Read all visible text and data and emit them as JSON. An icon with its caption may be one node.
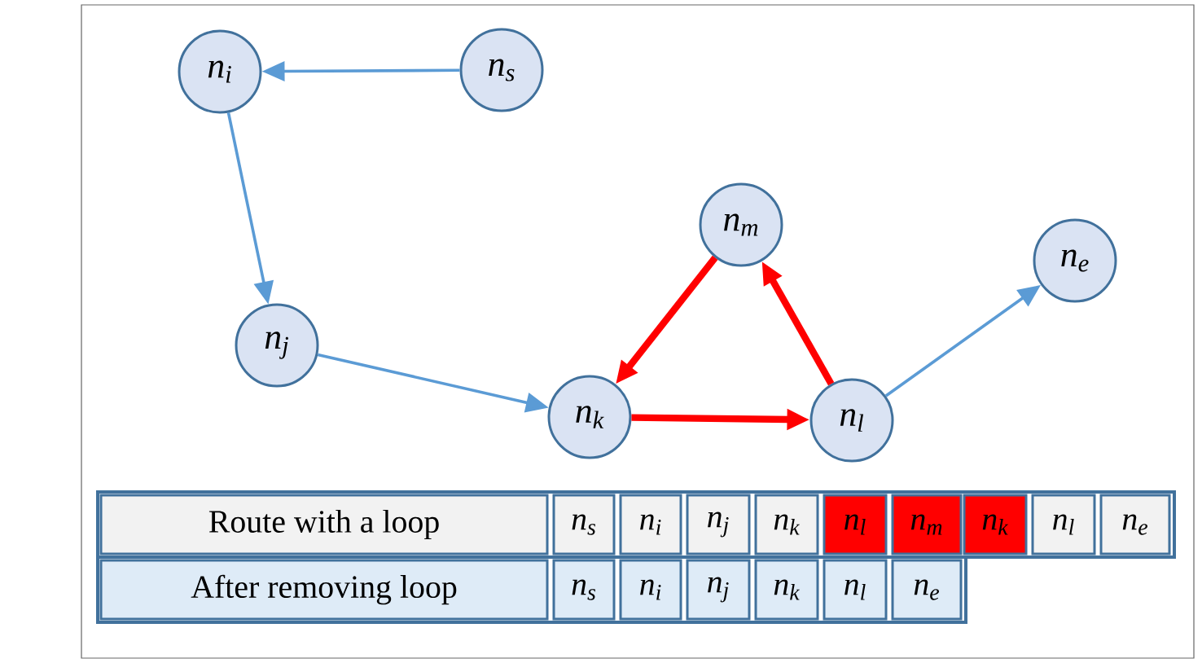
{
  "diagram": {
    "nodes": [
      {
        "text": [
          "n$_{i}$"
        ]
      },
      {
        "text": [
          "n$_{s}$"
        ]
      },
      {
        "text": [
          "n$_{m}$"
        ]
      },
      {
        "text": [
          "n$_{e}$"
        ]
      },
      {
        "text": [
          "n$_{j}$"
        ]
      },
      {
        "text": [
          "n$_{k}$"
        ]
      },
      {
        "text": [
          "n$_{l}$"
        ]
      }
    ],
    "edges": [
      {
        "from": 1,
        "to": 0,
        "arrow": "to"
      },
      {
        "from": 0,
        "to": 4,
        "arrow": "to"
      },
      {
        "from": 4,
        "to": 5,
        "arrow": "to"
      },
      {
        "from": 2,
        "to": 5,
        "arrow": "to",
        "style": "thick",
        "color": "#ff0000"
      },
      {
        "from": 5,
        "to": 6,
        "arrow": "to",
        "style": "thick",
        "color": "#ff0000"
      },
      {
        "from": 6,
        "to": 2,
        "arrow": "to",
        "style": "thick",
        "color": "#ff0000"
      },
      {
        "from": 6,
        "to": 3,
        "arrow": "to"
      }
    ],
    "labels": [
      "Route with a loop",
      "n$_{s}$",
      "n$_{i}$",
      "n$_{j}$",
      "n$_{k}$",
      "n$_{l}$",
      "n$_{m}$",
      "n$_{k}$",
      "n$_{l}$",
      "n$_{e}$",
      "After removing loop",
      "n$_{s}$",
      "n$_{i}$",
      "n$_{j}$",
      "n$_{k}$",
      "n$_{l}$",
      "n$_{e}$"
    ]
  }
}
